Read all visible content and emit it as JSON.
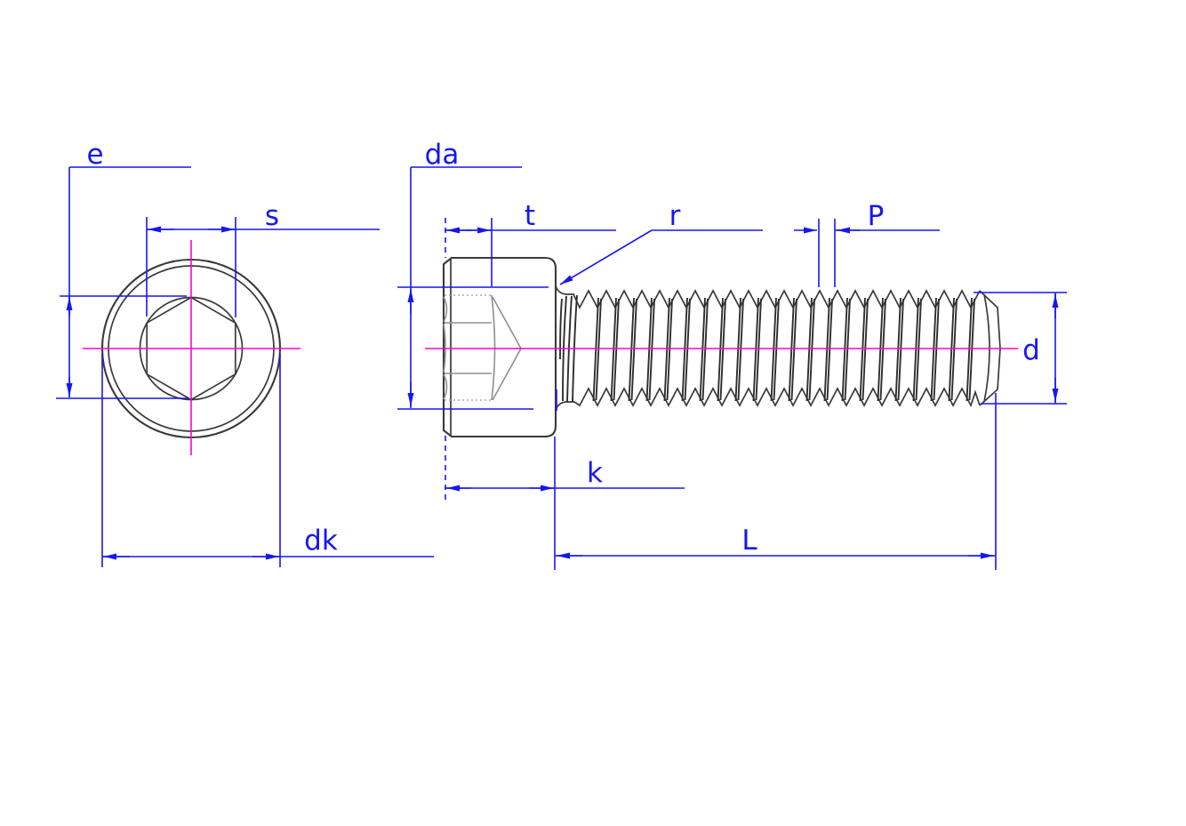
{
  "colors": {
    "bg": "#ffffff",
    "dimension": "#1717ee",
    "centerline": "#ff00cc",
    "object": "#3a3a3a",
    "hidden": "#8f8f8f",
    "hidden-light": "#ababab"
  },
  "labels": {
    "e": "e",
    "s": "s",
    "dk": "dk",
    "da": "da",
    "t": "t",
    "r": "r",
    "P": "P",
    "d": "d",
    "k": "k",
    "L": "L"
  }
}
